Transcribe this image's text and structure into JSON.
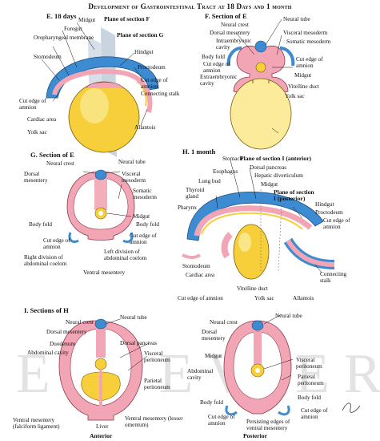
{
  "title": "Development of Gastrointestinal Tract at 18 Days and 1 month",
  "watermark": "ELSEVIER",
  "panels": {
    "e": {
      "heading": "E. 18 days",
      "labels": [
        "Midgut",
        "Foregut",
        "Oropharyngeal membrane",
        "Stomodeum",
        "Cut edge of amnion",
        "Cardiac area",
        "Yolk sac",
        "Hindgut",
        "Proctodeum",
        "Cut edge of amnion",
        "Connecting stalk",
        "Allantois"
      ],
      "plane_f": "Plane of section F",
      "plane_g": "Plane of section G"
    },
    "f": {
      "heading": "F. Section of E",
      "labels": [
        "Neural crest",
        "Neural tube",
        "Dorsal mesentery",
        "Visceral mesoderm",
        "Intraembryonic cavity",
        "Somatic mesoderm",
        "Body fold",
        "Cut edge of amnion",
        "Cut edge of amnion",
        "Midgut",
        "Extraembryonic cavity",
        "Vitelline duct",
        "Yolk sac"
      ]
    },
    "g": {
      "heading": "G. Section of E",
      "labels": [
        "Neural crest",
        "Neural tube",
        "Dorsal mesentery",
        "Visceral mesoderm",
        "Somatic mesoderm",
        "Midgut",
        "Body fold",
        "Body fold",
        "Cut edge of amnion",
        "Cut edge of amnion",
        "Right division of abdominal coelom",
        "Left division of abdominal coelom",
        "Ventral mesentery"
      ]
    },
    "h": {
      "heading": "H. 1 month",
      "labels": [
        "Stomach",
        "Dorsal pancreas",
        "Esophagus",
        "Hepatic diverticulum",
        "Lung bud",
        "Midgut",
        "Thyroid gland",
        "Pharynx",
        "Hindgut",
        "Proctodeum",
        "Cut edge of amnion",
        "Stomodeum",
        "Cardiac area",
        "Vitelline duct",
        "Yolk sac",
        "Allantois",
        "Connecting stalk",
        "Cut edge of amnion"
      ],
      "plane_i_anterior": "Plane of section I (anterior)",
      "plane_i_posterior": "Plane of section I (posterior)"
    },
    "i": {
      "heading": "I. Sections of H",
      "anterior_labels": [
        "Neural crest",
        "Neural tube",
        "Dorsal mesentery",
        "Duodenum",
        "Dorsal pancreas",
        "Abdominal cavity",
        "Visceral peritoneum",
        "Parietal peritoneum",
        "Ventral mesentery (falciform ligament)",
        "Liver",
        "Ventral mesentery (lesser omentum)"
      ],
      "anterior_caption": "Anterior",
      "posterior_labels": [
        "Neural crest",
        "Neural tube",
        "Dorsal mesentery",
        "Midgut",
        "Visceral peritoneum",
        "Abdominal cavity",
        "Parietal peritoneum",
        "Body fold",
        "Body fold",
        "Cut edge of amnion",
        "Persisting edges of ventral mesentery",
        "Cut edge of amnion"
      ],
      "posterior_caption": "Posterior"
    }
  },
  "colors": {
    "pink": "#f2a5b4",
    "pink_dark": "#d36c84",
    "blue": "#3d8bd0",
    "blue_light": "#7cb6e8",
    "yolk": "#f6cf3b",
    "yolk_light": "#fbeb9a",
    "outline": "#222222",
    "wm": "#e3e3e3"
  }
}
